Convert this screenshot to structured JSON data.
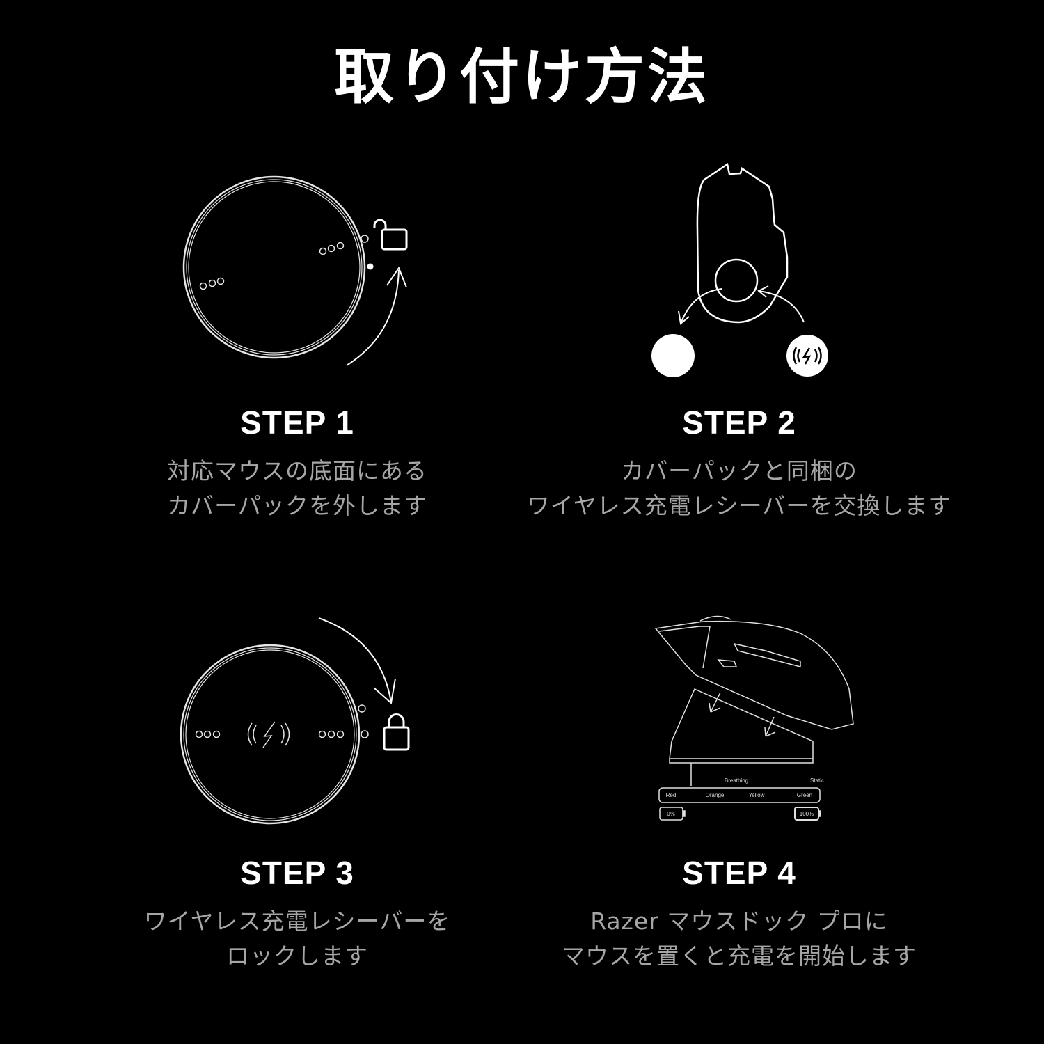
{
  "title": "取り付け方法",
  "steps": [
    {
      "label": "STEP 1",
      "desc_line1": "対応マウスの底面にある",
      "desc_line2": "カバーパックを外します",
      "illustration": "unlock-cover-pack"
    },
    {
      "label": "STEP 2",
      "desc_line1": "カバーパックと同梱の",
      "desc_line2": "ワイヤレス充電レシーバーを交換します",
      "illustration": "swap-receiver"
    },
    {
      "label": "STEP 3",
      "desc_line1": "ワイヤレス充電レシーバーを",
      "desc_line2": "ロックします",
      "illustration": "lock-receiver"
    },
    {
      "label": "STEP 4",
      "desc_line1": "Razer マウスドック プロに",
      "desc_line2": "マウスを置くと充電を開始します",
      "illustration": "mouse-on-dock"
    }
  ],
  "dock_legend": {
    "mode_breathing": "Breathing",
    "mode_static": "Static",
    "colors": [
      "Red",
      "Orange",
      "Yellow",
      "Green"
    ],
    "battery_low": "0%",
    "battery_full": "100%"
  },
  "colors": {
    "background": "#000000",
    "heading": "#ffffff",
    "description": "#a6a6a6"
  }
}
